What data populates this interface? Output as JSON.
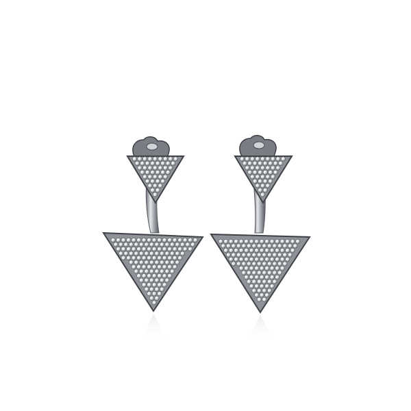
{
  "photo": {
    "subject": "product-photo",
    "background_color": "#ffffff",
    "metal_color": "#c9ccd1",
    "metal_shadow": "#55585e",
    "stone_color": "#f2f3f5",
    "stone_shadow": "#6b6e74"
  },
  "earrings": [
    {
      "id": "left-earring"
    },
    {
      "id": "right-earring"
    }
  ]
}
